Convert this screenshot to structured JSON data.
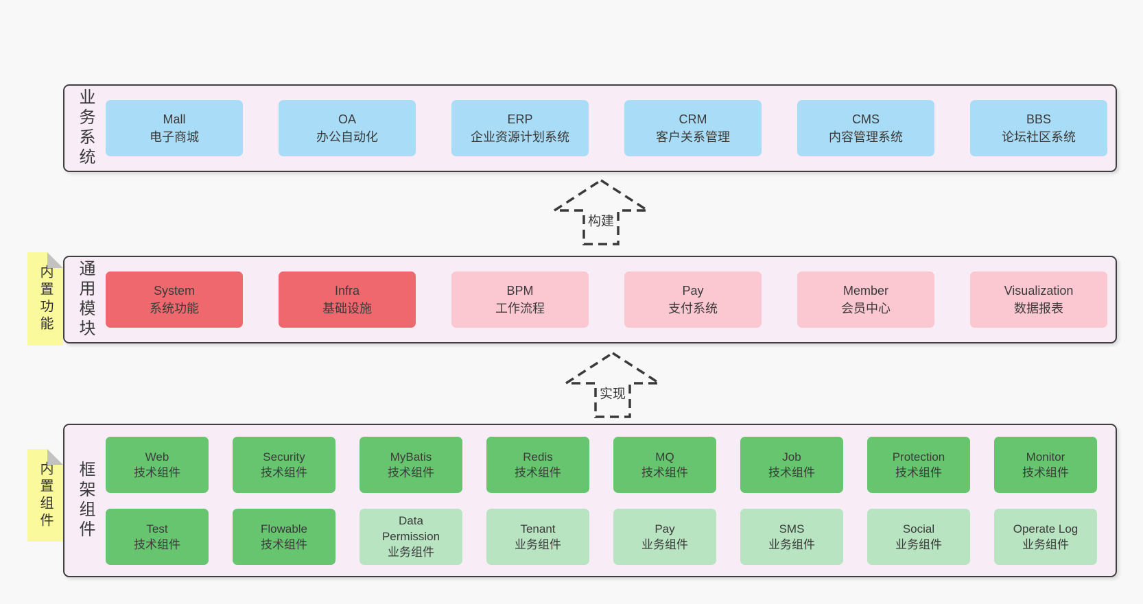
{
  "colors": {
    "page_bg": "#f8f8f8",
    "band_bg": "#f8edf7",
    "border": "#3f3f3f",
    "blue": "#a9dcf6",
    "red": "#ee686e",
    "pink": "#fbc7d1",
    "green": "#67c46f",
    "light_green": "#b9e4c2",
    "note_yellow": "#fafa9c",
    "fold_gray": "#c2c2c2"
  },
  "bands": [
    {
      "label": "业务系统",
      "rows": [
        [
          {
            "name": "Mall",
            "desc": "电子商城",
            "type": "blue"
          },
          {
            "name": "OA",
            "desc": "办公自动化",
            "type": "blue"
          },
          {
            "name": "ERP",
            "desc": "企业资源计划系统",
            "type": "blue"
          },
          {
            "name": "CRM",
            "desc": "客户关系管理",
            "type": "blue"
          },
          {
            "name": "CMS",
            "desc": "内容管理系统",
            "type": "blue"
          },
          {
            "name": "BBS",
            "desc": "论坛社区系统",
            "type": "blue"
          }
        ]
      ]
    },
    {
      "label": "通用模块",
      "note": "内置功能",
      "rows": [
        [
          {
            "name": "System",
            "desc": "系统功能",
            "type": "red"
          },
          {
            "name": "Infra",
            "desc": "基础设施",
            "type": "red"
          },
          {
            "name": "BPM",
            "desc": "工作流程",
            "type": "pink"
          },
          {
            "name": "Pay",
            "desc": "支付系统",
            "type": "pink"
          },
          {
            "name": "Member",
            "desc": "会员中心",
            "type": "pink"
          },
          {
            "name": "Visualization",
            "desc": "数据报表",
            "type": "pink"
          }
        ]
      ]
    },
    {
      "label": "框架组件",
      "note": "内置组件",
      "rows": [
        [
          {
            "name": "Web",
            "desc": "技术组件",
            "type": "green"
          },
          {
            "name": "Security",
            "desc": "技术组件",
            "type": "green"
          },
          {
            "name": "MyBatis",
            "desc": "技术组件",
            "type": "green"
          },
          {
            "name": "Redis",
            "desc": "技术组件",
            "type": "green"
          },
          {
            "name": "MQ",
            "desc": "技术组件",
            "type": "green"
          },
          {
            "name": "Job",
            "desc": "技术组件",
            "type": "green"
          },
          {
            "name": "Protection",
            "desc": "技术组件",
            "type": "green"
          },
          {
            "name": "Monitor",
            "desc": "技术组件",
            "type": "green"
          }
        ],
        [
          {
            "name": "Test",
            "desc": "技术组件",
            "type": "green"
          },
          {
            "name": "Flowable",
            "desc": "技术组件",
            "type": "green"
          },
          {
            "name": "Data Permission",
            "desc": "业务组件",
            "type": "lightgreen"
          },
          {
            "name": "Tenant",
            "desc": "业务组件",
            "type": "lightgreen"
          },
          {
            "name": "Pay",
            "desc": "业务组件",
            "type": "lightgreen"
          },
          {
            "name": "SMS",
            "desc": "业务组件",
            "type": "lightgreen"
          },
          {
            "name": "Social",
            "desc": "业务组件",
            "type": "lightgreen"
          },
          {
            "name": "Operate Log",
            "desc": "业务组件",
            "type": "lightgreen"
          }
        ]
      ]
    }
  ],
  "arrows": [
    {
      "label": "构建"
    },
    {
      "label": "实现"
    }
  ]
}
